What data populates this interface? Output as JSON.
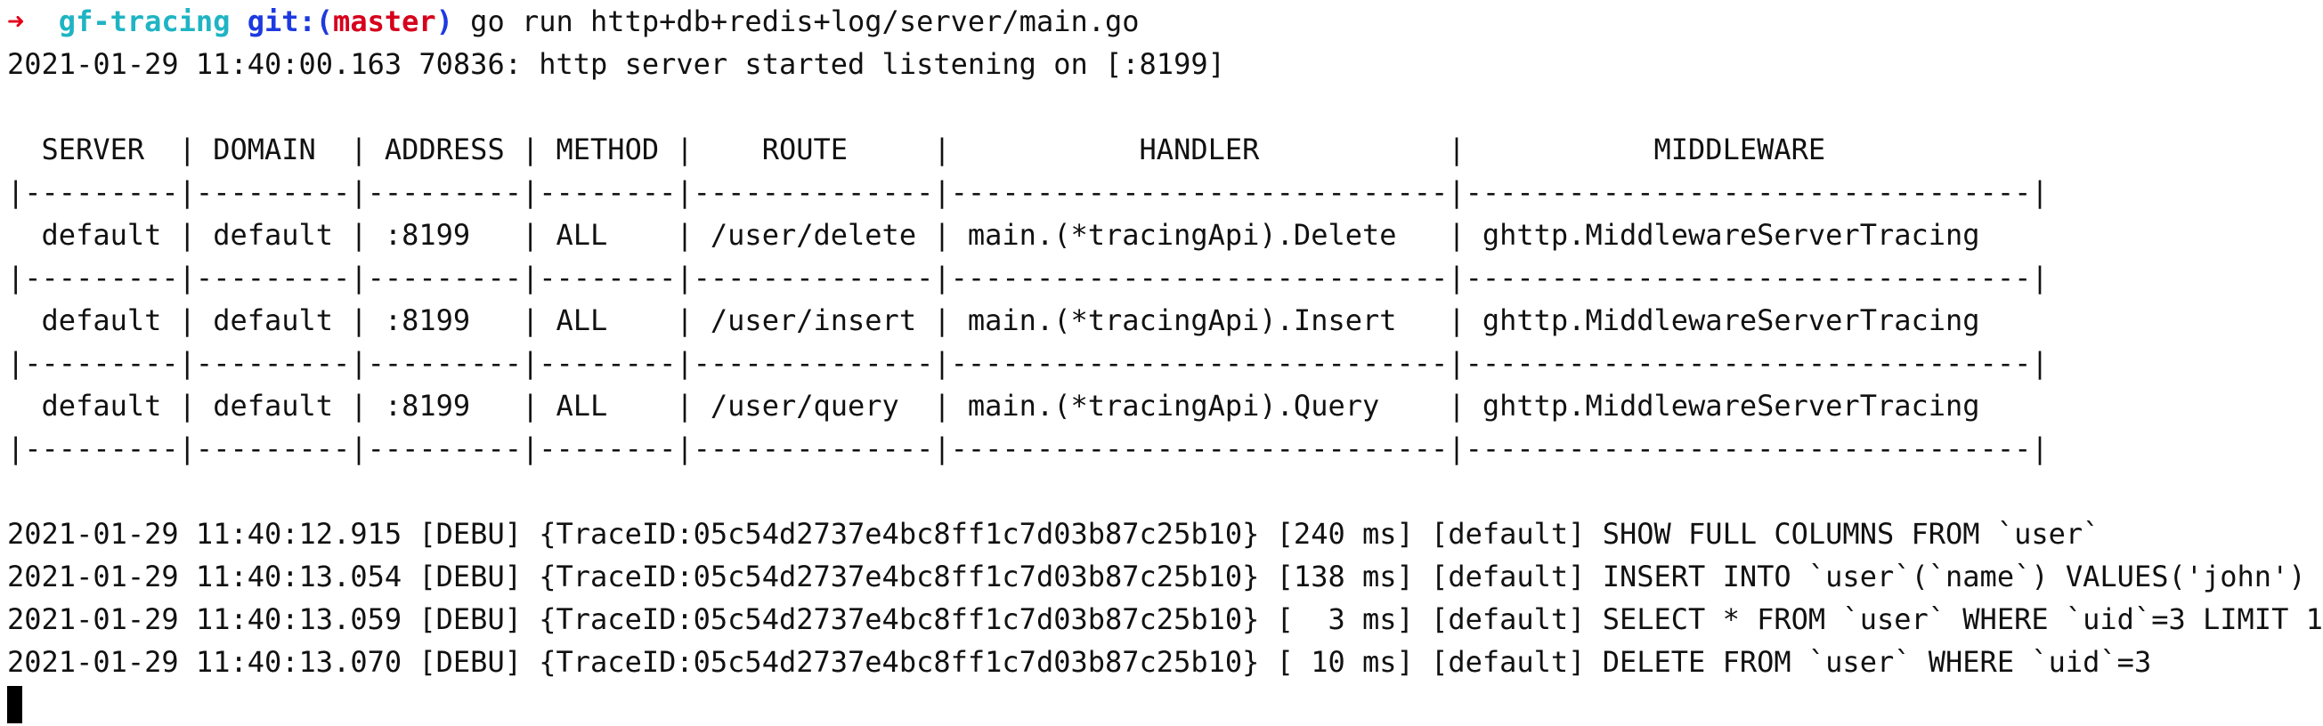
{
  "prompt": {
    "arrow": "➜",
    "dir": "gf-tracing",
    "git_label": "git:(",
    "branch": "master",
    "git_close": ")",
    "command": "go run http+db+redis+log/server/main.go"
  },
  "output": {
    "server_started": "2021-01-29 11:40:00.163 70836: http server started listening on [:8199]",
    "route_table": [
      "  SERVER  | DOMAIN  | ADDRESS | METHOD |    ROUTE     |           HANDLER           |           MIDDLEWARE            ",
      "|---------|---------|---------|--------|--------------|-----------------------------|---------------------------------|",
      "  default | default | :8199   | ALL    | /user/delete | main.(*tracingApi).Delete   | ghttp.MiddlewareServerTracing  ",
      "|---------|---------|---------|--------|--------------|-----------------------------|---------------------------------|",
      "  default | default | :8199   | ALL    | /user/insert | main.(*tracingApi).Insert   | ghttp.MiddlewareServerTracing  ",
      "|---------|---------|---------|--------|--------------|-----------------------------|---------------------------------|",
      "  default | default | :8199   | ALL    | /user/query  | main.(*tracingApi).Query    | ghttp.MiddlewareServerTracing  ",
      "|---------|---------|---------|--------|--------------|-----------------------------|---------------------------------|"
    ],
    "debug_logs": [
      "2021-01-29 11:40:12.915 [DEBU] {TraceID:05c54d2737e4bc8ff1c7d03b87c25b10} [240 ms] [default] SHOW FULL COLUMNS FROM `user`",
      "2021-01-29 11:40:13.054 [DEBU] {TraceID:05c54d2737e4bc8ff1c7d03b87c25b10} [138 ms] [default] INSERT INTO `user`(`name`) VALUES('john')",
      "2021-01-29 11:40:13.059 [DEBU] {TraceID:05c54d2737e4bc8ff1c7d03b87c25b10} [  3 ms] [default] SELECT * FROM `user` WHERE `uid`=3 LIMIT 1",
      "2021-01-29 11:40:13.070 [DEBU] {TraceID:05c54d2737e4bc8ff1c7d03b87c25b10} [ 10 ms] [default] DELETE FROM `user` WHERE `uid`=3"
    ]
  },
  "colors": {
    "background": "#ffffff",
    "text": "#111111",
    "prompt_arrow": "#e5001a",
    "prompt_dir": "#1fb4c4",
    "prompt_git": "#1d3ae0",
    "prompt_branch": "#d6001c"
  }
}
